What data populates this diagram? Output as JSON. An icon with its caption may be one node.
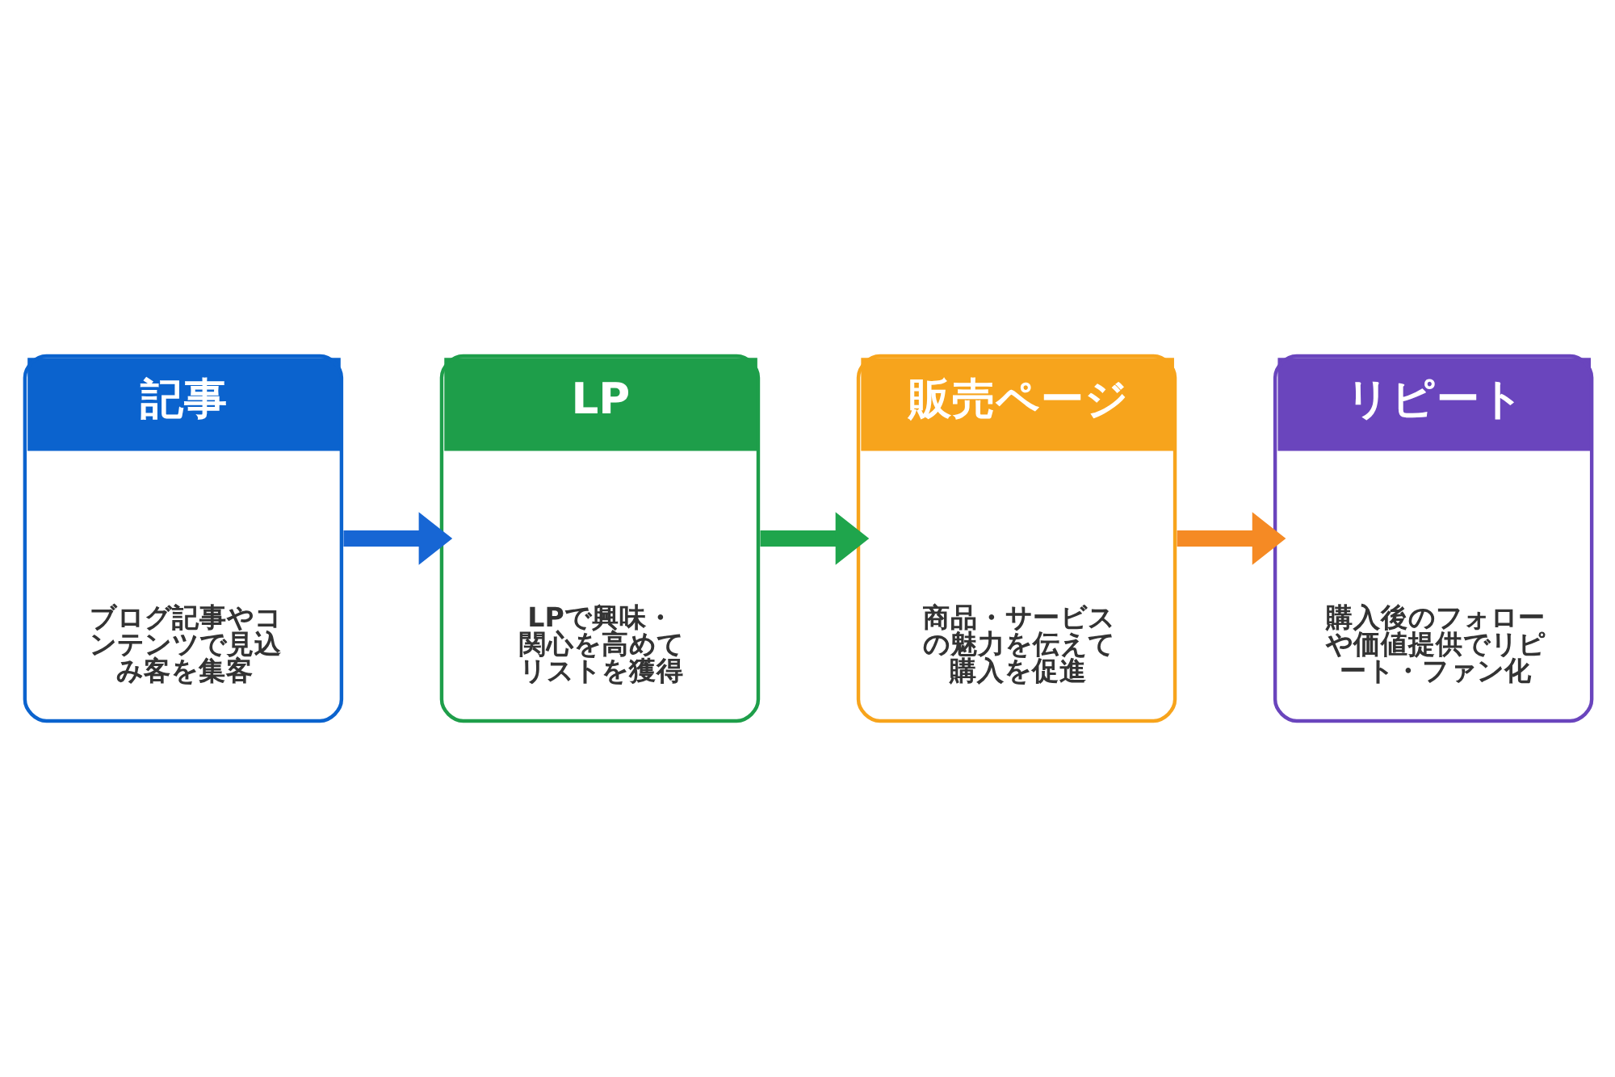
{
  "diagram": {
    "nodes": [
      {
        "text": [
          "記事",
          "ブログ記事やコンテンツで見込み客を集客"
        ]
      },
      {
        "text": [
          "LP",
          "LPで興味・関心を高めてリストを獲得"
        ]
      },
      {
        "text": [
          "販売ページ",
          "商品・サービスの魅力を伝えて購入を促進"
        ]
      },
      {
        "text": [
          "リピート",
          "購入後のフォローや価値提供でリピート・ファン化"
        ]
      }
    ],
    "edges": [
      {
        "from": 0,
        "to": 1,
        "arrow": "to",
        "color": "#1766d4"
      },
      {
        "from": 1,
        "to": 2,
        "arrow": "to",
        "color": "#1fa54c"
      },
      {
        "from": 2,
        "to": 3,
        "arrow": "to",
        "color": "#f58a24"
      }
    ]
  }
}
